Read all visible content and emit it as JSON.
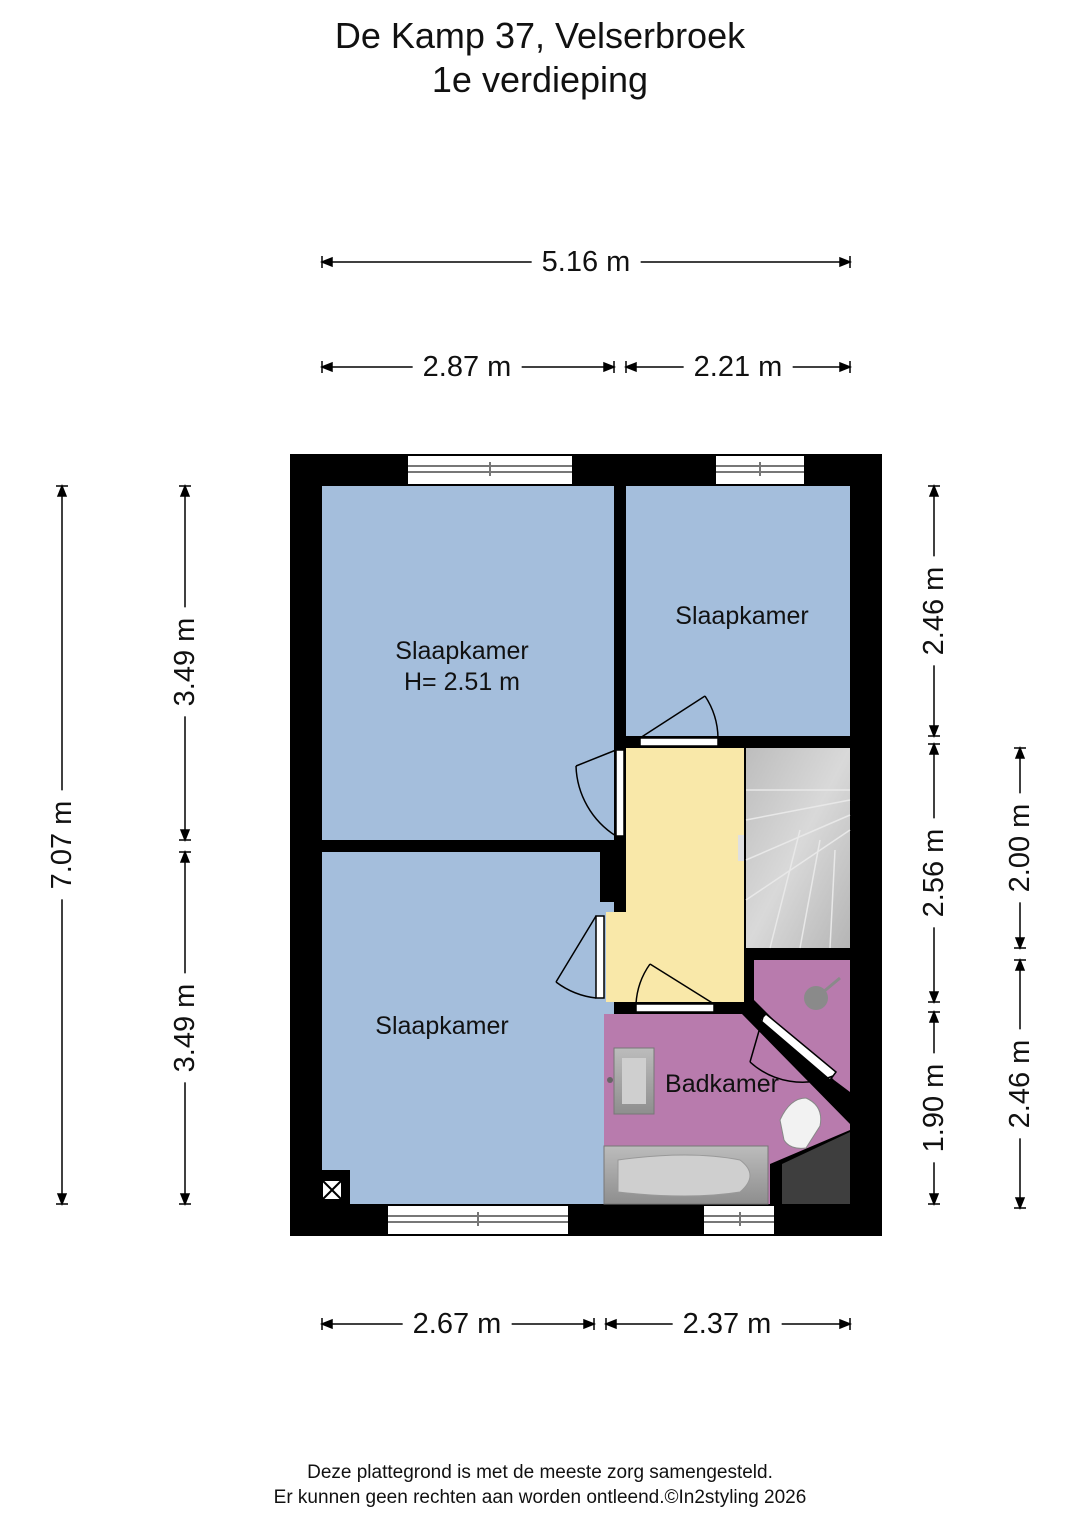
{
  "header": {
    "title_line1": "De Kamp 37, Velserbroek",
    "title_line2": "1e verdieping"
  },
  "rooms": {
    "bedroom_large": "Slaapkamer",
    "bedroom_large_height": "H= 2.51 m",
    "bedroom_small": "Slaapkamer",
    "bedroom_bottom": "Slaapkamer",
    "bathroom": "Badkamer"
  },
  "dimensions": {
    "top_total": "5.16 m",
    "top_left": "2.87 m",
    "top_right": "2.21 m",
    "bottom_left": "2.67 m",
    "bottom_right": "2.37 m",
    "left_total": "7.07 m",
    "left_upper": "3.49 m",
    "left_lower": "3.49 m",
    "right_upper": "2.46 m",
    "right_middle": "2.56 m",
    "right_lower": "1.90 m",
    "far_right_upper": "2.00 m",
    "far_right_lower": "2.46 m"
  },
  "colors": {
    "bedroom": "#a4bedc",
    "hallway": "#f9e8a9",
    "bathroom": "#b87bad",
    "stairs": "#c8c8c8",
    "wall": "#000000"
  },
  "footer": {
    "line1": "Deze plattegrond is met de meeste zorg samengesteld.",
    "line2": "Er kunnen geen rechten aan worden ontleend.©In2styling 2026"
  }
}
